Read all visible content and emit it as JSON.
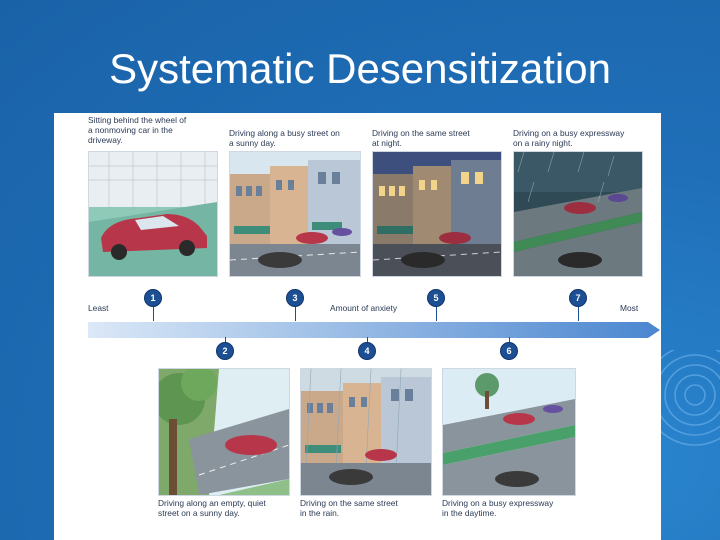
{
  "slide": {
    "title": "Systematic Desensitization"
  },
  "figure": {
    "axis": {
      "left_label": "Least",
      "center_label": "Amount of anxiety",
      "right_label": "Most",
      "arrow_color": "#5b93d6"
    },
    "steps": [
      {
        "number": "1",
        "caption": [
          "Sitting behind the wheel of",
          "a nonmoving car in the",
          "driveway."
        ]
      },
      {
        "number": "2",
        "caption": [
          "Driving along an empty, quiet",
          "street on a sunny day."
        ]
      },
      {
        "number": "3",
        "caption": [
          "Driving along a busy street on",
          "a sunny day."
        ]
      },
      {
        "number": "4",
        "caption": [
          "Driving on the same street",
          "in the rain."
        ]
      },
      {
        "number": "5",
        "caption": [
          "Driving on the same street",
          "at night."
        ]
      },
      {
        "number": "6",
        "caption": [
          "Driving on a busy expressway",
          "in the daytime."
        ]
      },
      {
        "number": "7",
        "caption": [
          "Driving on a busy expressway",
          "on a rainy night."
        ]
      }
    ]
  }
}
